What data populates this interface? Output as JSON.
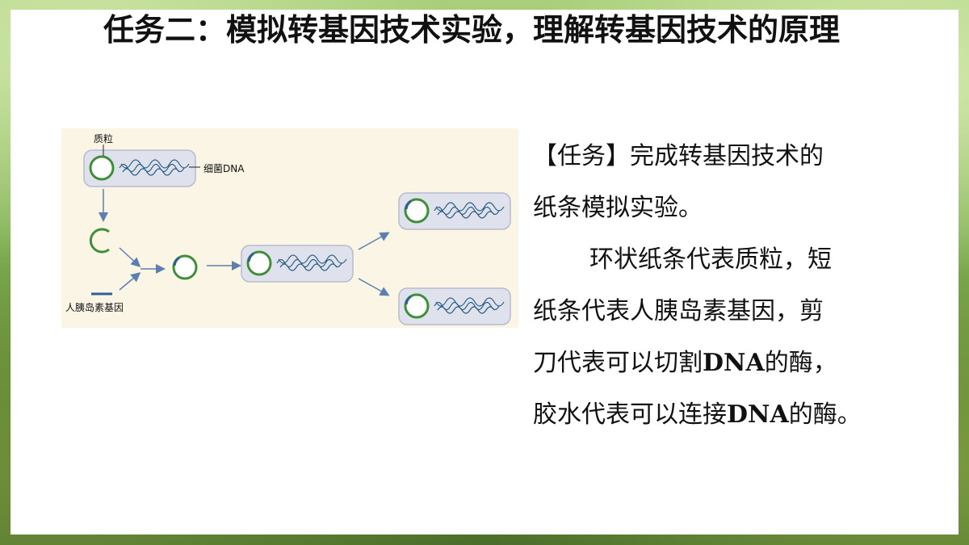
{
  "slide": {
    "title": "任务二：模拟转基因技术实验，理解转基因技术的原理"
  },
  "diagram": {
    "labels": {
      "plasmid": "质粒",
      "bacterial_dna": "细菌DNA",
      "insulin_gene": "人胰岛素基因"
    },
    "colors": {
      "plasmid_ring": "#3f8f3a",
      "gene": "#2f5f9a",
      "dna_coil": "#2b5d86",
      "cell_fill": "#dfe2ec",
      "arrow": "#5a7fb0"
    }
  },
  "text": {
    "line1": "【任务】完成转基因技术的",
    "line2": "纸条模拟实验。",
    "line3": "环状纸条代表质粒，短",
    "line4": "纸条代表人胰岛素基因，剪",
    "line5a": "刀代表可以切割",
    "line5b": "DNA",
    "line5c": "的酶，",
    "line6a": "胶水代表可以连接",
    "line6b": "DNA",
    "line6c": "的酶。"
  }
}
